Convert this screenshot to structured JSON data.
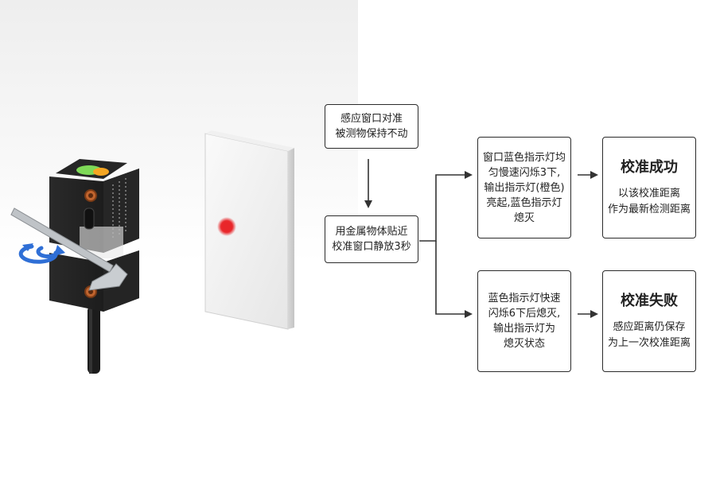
{
  "steps": {
    "step1": {
      "lines": [
        "感应窗口对准",
        "被测物保持不动"
      ]
    },
    "step2": {
      "lines": [
        "用金属物体贴近",
        "校准窗口静放3秒"
      ]
    },
    "branch_success": {
      "condition": [
        "窗口蓝色指示灯均",
        "匀慢速闪烁3下,",
        "输出指示灯(橙色)",
        "亮起,蓝色指示灯",
        "熄灭"
      ],
      "result_title": "校准成功",
      "result_lines": [
        "以该校准距离",
        "作为最新检测距离"
      ]
    },
    "branch_fail": {
      "condition": [
        "蓝色指示灯快速",
        "闪烁6下后熄灭,",
        "输出指示灯为",
        "熄灭状态"
      ],
      "result_title": "校准失败",
      "result_lines": [
        "感应距离仍保存",
        "为上一次校准距离"
      ]
    }
  },
  "colors": {
    "box_border": "#2b2b2b",
    "arrow": "#333333",
    "sensor_body": "#1e1e1e",
    "indicator_green": "#7ed957",
    "indicator_orange": "#f5a623",
    "target_dot": "#e8262a",
    "rotate_arrows": "#2f6fd6"
  },
  "icons": [
    "sensor-product",
    "allen-key",
    "rotate-arrows-icon",
    "target-plate",
    "red-light-dot"
  ]
}
